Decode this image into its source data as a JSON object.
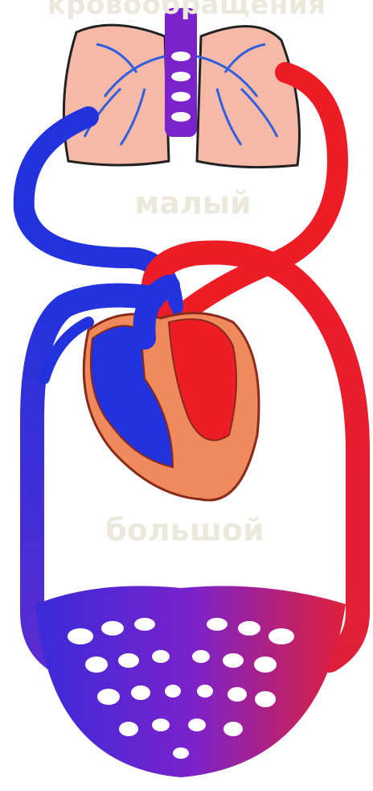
{
  "labels": {
    "title": "кровообращения",
    "small_circle": "малый",
    "big_circle": "большой"
  },
  "colors": {
    "arterial": "#ee1c25",
    "venous": "#2233dd",
    "capillary_mix": "#7a22cc",
    "heart_outer": "#f08a5d",
    "lungs": "#f6b9a8",
    "label_text": "#ece8db"
  }
}
